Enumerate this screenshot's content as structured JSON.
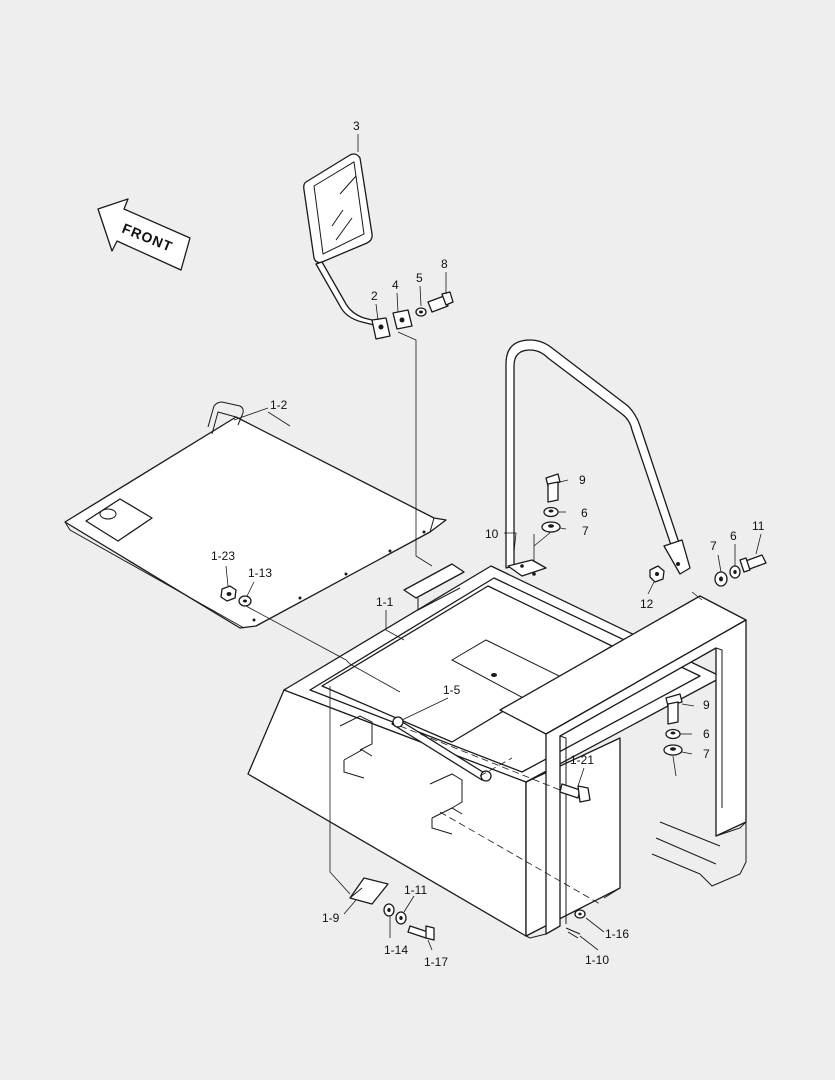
{
  "direction_label": "FRONT",
  "callouts": {
    "c3": "3",
    "c2": "2",
    "c4": "4",
    "c5": "5",
    "c8": "8",
    "c1_2": "1-2",
    "c9_top": "9",
    "c6_top": "6",
    "c7_top": "7",
    "c10": "10",
    "c7_right": "7",
    "c6_right": "6",
    "c11": "11",
    "c12": "12",
    "c1_23": "1-23",
    "c1_13": "1-13",
    "c1_1": "1-1",
    "c1_5": "1-5",
    "c9_low": "9",
    "c6_low": "6",
    "c7_low": "7",
    "c1_21": "1-21",
    "c1_11": "1-11",
    "c1_9": "1-9",
    "c1_14": "1-14",
    "c1_17": "1-17",
    "c1_16": "1-16",
    "c1_10": "1-10"
  }
}
